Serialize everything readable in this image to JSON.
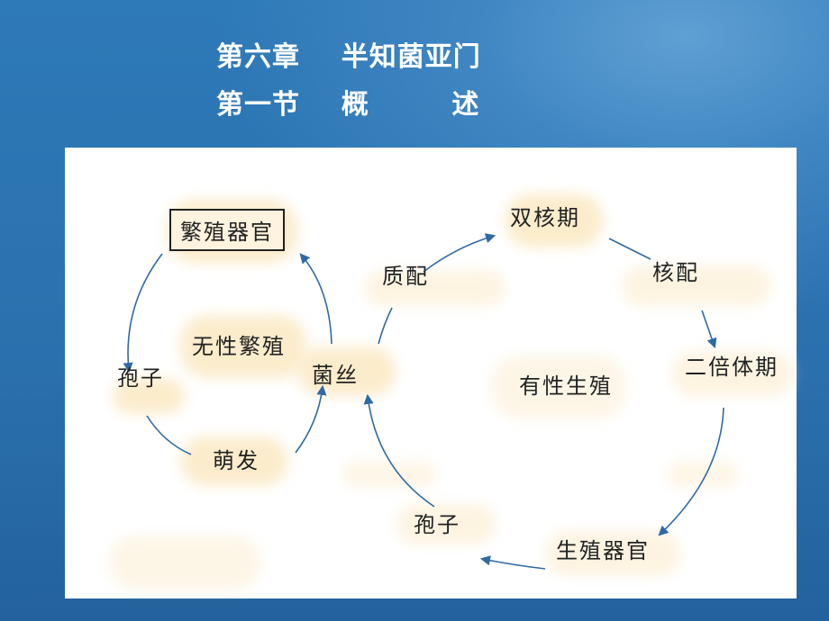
{
  "title": {
    "line1": "第六章    半知菌亚门",
    "line2": "第一节    概        述"
  },
  "diagram": {
    "asexual": {
      "center": "无性繁殖",
      "organ": "繁殖器官",
      "spore": "孢子",
      "germination": "萌发",
      "mycelium": "菌丝"
    },
    "sexual": {
      "center": "有性生殖",
      "plasmogamy": "质配",
      "dikaryon": "双核期",
      "karyogamy": "核配",
      "diploid": "二倍体期",
      "organ": "生殖器官",
      "spore": "孢子"
    }
  },
  "colors": {
    "arrow": "#2f6aa5",
    "highlight": "#fbe9c4"
  }
}
